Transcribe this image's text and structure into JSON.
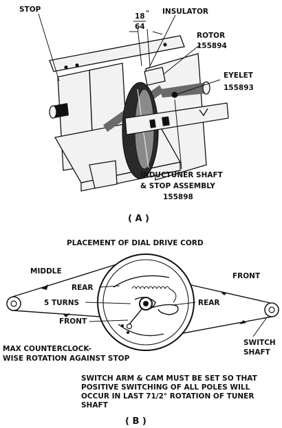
{
  "figure_a": {
    "labels": {
      "stop": "STOP",
      "insulator": "INSULATOR",
      "dim_num": "18",
      "dim_den": "64",
      "dim_mark": "\"",
      "rotor": "ROTOR",
      "rotor_part": "155894",
      "eyelet": "EYELET",
      "eyelet_part": "155893",
      "shaft_line1": "INDUCTUNER SHAFT",
      "shaft_line2": "& STOP ASSEMBLY",
      "shaft_part": "155898"
    },
    "caption": "( A )"
  },
  "figure_b": {
    "title": "PLACEMENT OF DIAL DRIVE CORD",
    "labels": {
      "middle": "MIDDLE",
      "front_top": "FRONT",
      "rear_left": "REAR",
      "five_turns": "5 TURNS",
      "rear_right": "REAR",
      "front_left": "FRONT",
      "switch_line1": "SWITCH",
      "switch_line2": "SHAFT",
      "max_line1": "MAX COUNTERCLOCK-",
      "max_line2": "WISE ROTATION AGAINST STOP"
    },
    "note_lines": [
      "SWITCH ARM & CAM MUST BE SET SO THAT",
      "POSITIVE SWITCHING OF ALL POLES WILL",
      "OCCUR IN LAST 71/2° ROTATION OF TUNER",
      "SHAFT"
    ],
    "caption": "( B )"
  }
}
